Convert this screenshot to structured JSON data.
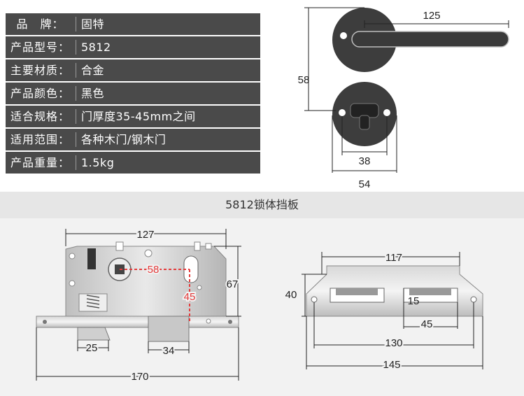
{
  "specs": [
    {
      "key": "品　牌：",
      "value": "固特"
    },
    {
      "key": "产品型号：",
      "value": "5812"
    },
    {
      "key": "主要材质：",
      "value": "合金"
    },
    {
      "key": "产品颜色：",
      "value": "黑色"
    },
    {
      "key": "适合规格：",
      "value": "门厚度35-45mm之间"
    },
    {
      "key": "适用范围：",
      "value": "各种木门/钢木门"
    },
    {
      "key": "产品重量：",
      "value": "1.5kg"
    }
  ],
  "section_title": "5812锁体挡板",
  "handle_dims": {
    "length": "125",
    "height": "58",
    "inner": "38",
    "outer": "54"
  },
  "lock_dims": {
    "top": "127",
    "height": "67",
    "backset": "58",
    "center": "45",
    "latch_w": "25",
    "bolt_w": "34",
    "total": "170"
  },
  "strike_dims": {
    "top": "117",
    "height": "40",
    "slot_h": "15",
    "slot_w": "45",
    "holes": "130",
    "total": "145"
  },
  "colors": {
    "table_bg": "#4a4a4a",
    "handle": "#3d3d3d",
    "band": "#e6e6e6",
    "accent_red": "#e43b3b"
  }
}
